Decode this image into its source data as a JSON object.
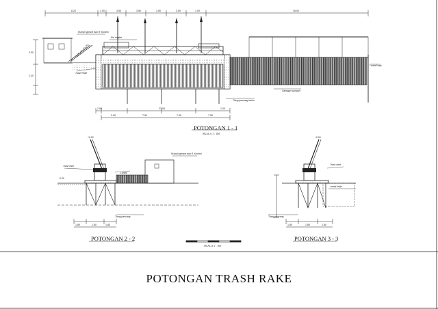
{
  "sheet": {
    "main_title": "POTONGAN TRASH RAKE"
  },
  "sections": {
    "s11": {
      "title": "POTONGAN 1 - 1",
      "scale": "SKALA 1 : 100"
    },
    "s22": {
      "title": "POTONGAN 2 - 2"
    },
    "s33": {
      "title": "POTONGAN 3 - 3"
    },
    "bar_scale": "SKALA 1 : 100"
  },
  "dims": {
    "top": [
      "8.20",
      "1.00",
      "3.50",
      "3.50",
      "3.50",
      "3.50",
      "1.00",
      "16.00"
    ],
    "bottom": [
      "2.00",
      "23.00",
      "1.00",
      "3.50",
      "7.50",
      "7.50",
      "7.50"
    ],
    "left": [
      "3.50",
      "2.30"
    ],
    "s22": [
      "1.80",
      "1.80",
      "1.80"
    ],
    "s33": [
      "1.80",
      "1.80",
      "1.80"
    ]
  },
  "labels": {
    "s11_a": "Rumah genset dan R. Kontrol",
    "s11_b": "Rel angkat",
    "s11_c": "Trash Rake",
    "s11_d": "Saringan sampah",
    "s11_e": "Tiang pancang beton",
    "s11_f": "Lantai kerja",
    "s22_a": "Rumah genset dan R. Kontrol",
    "s22_b": "Trash rake",
    "s22_c": "Lantai",
    "s22_d": "Tiang pancang",
    "s33_a": "Trash rake",
    "s33_b": "Lantai kerja",
    "s33_c": "Tiang pancang",
    "el1": "+0.00",
    "el2": "-2.00"
  },
  "colors": {
    "line": "#222222",
    "hatch": "#555555",
    "background": "#ffffff"
  }
}
